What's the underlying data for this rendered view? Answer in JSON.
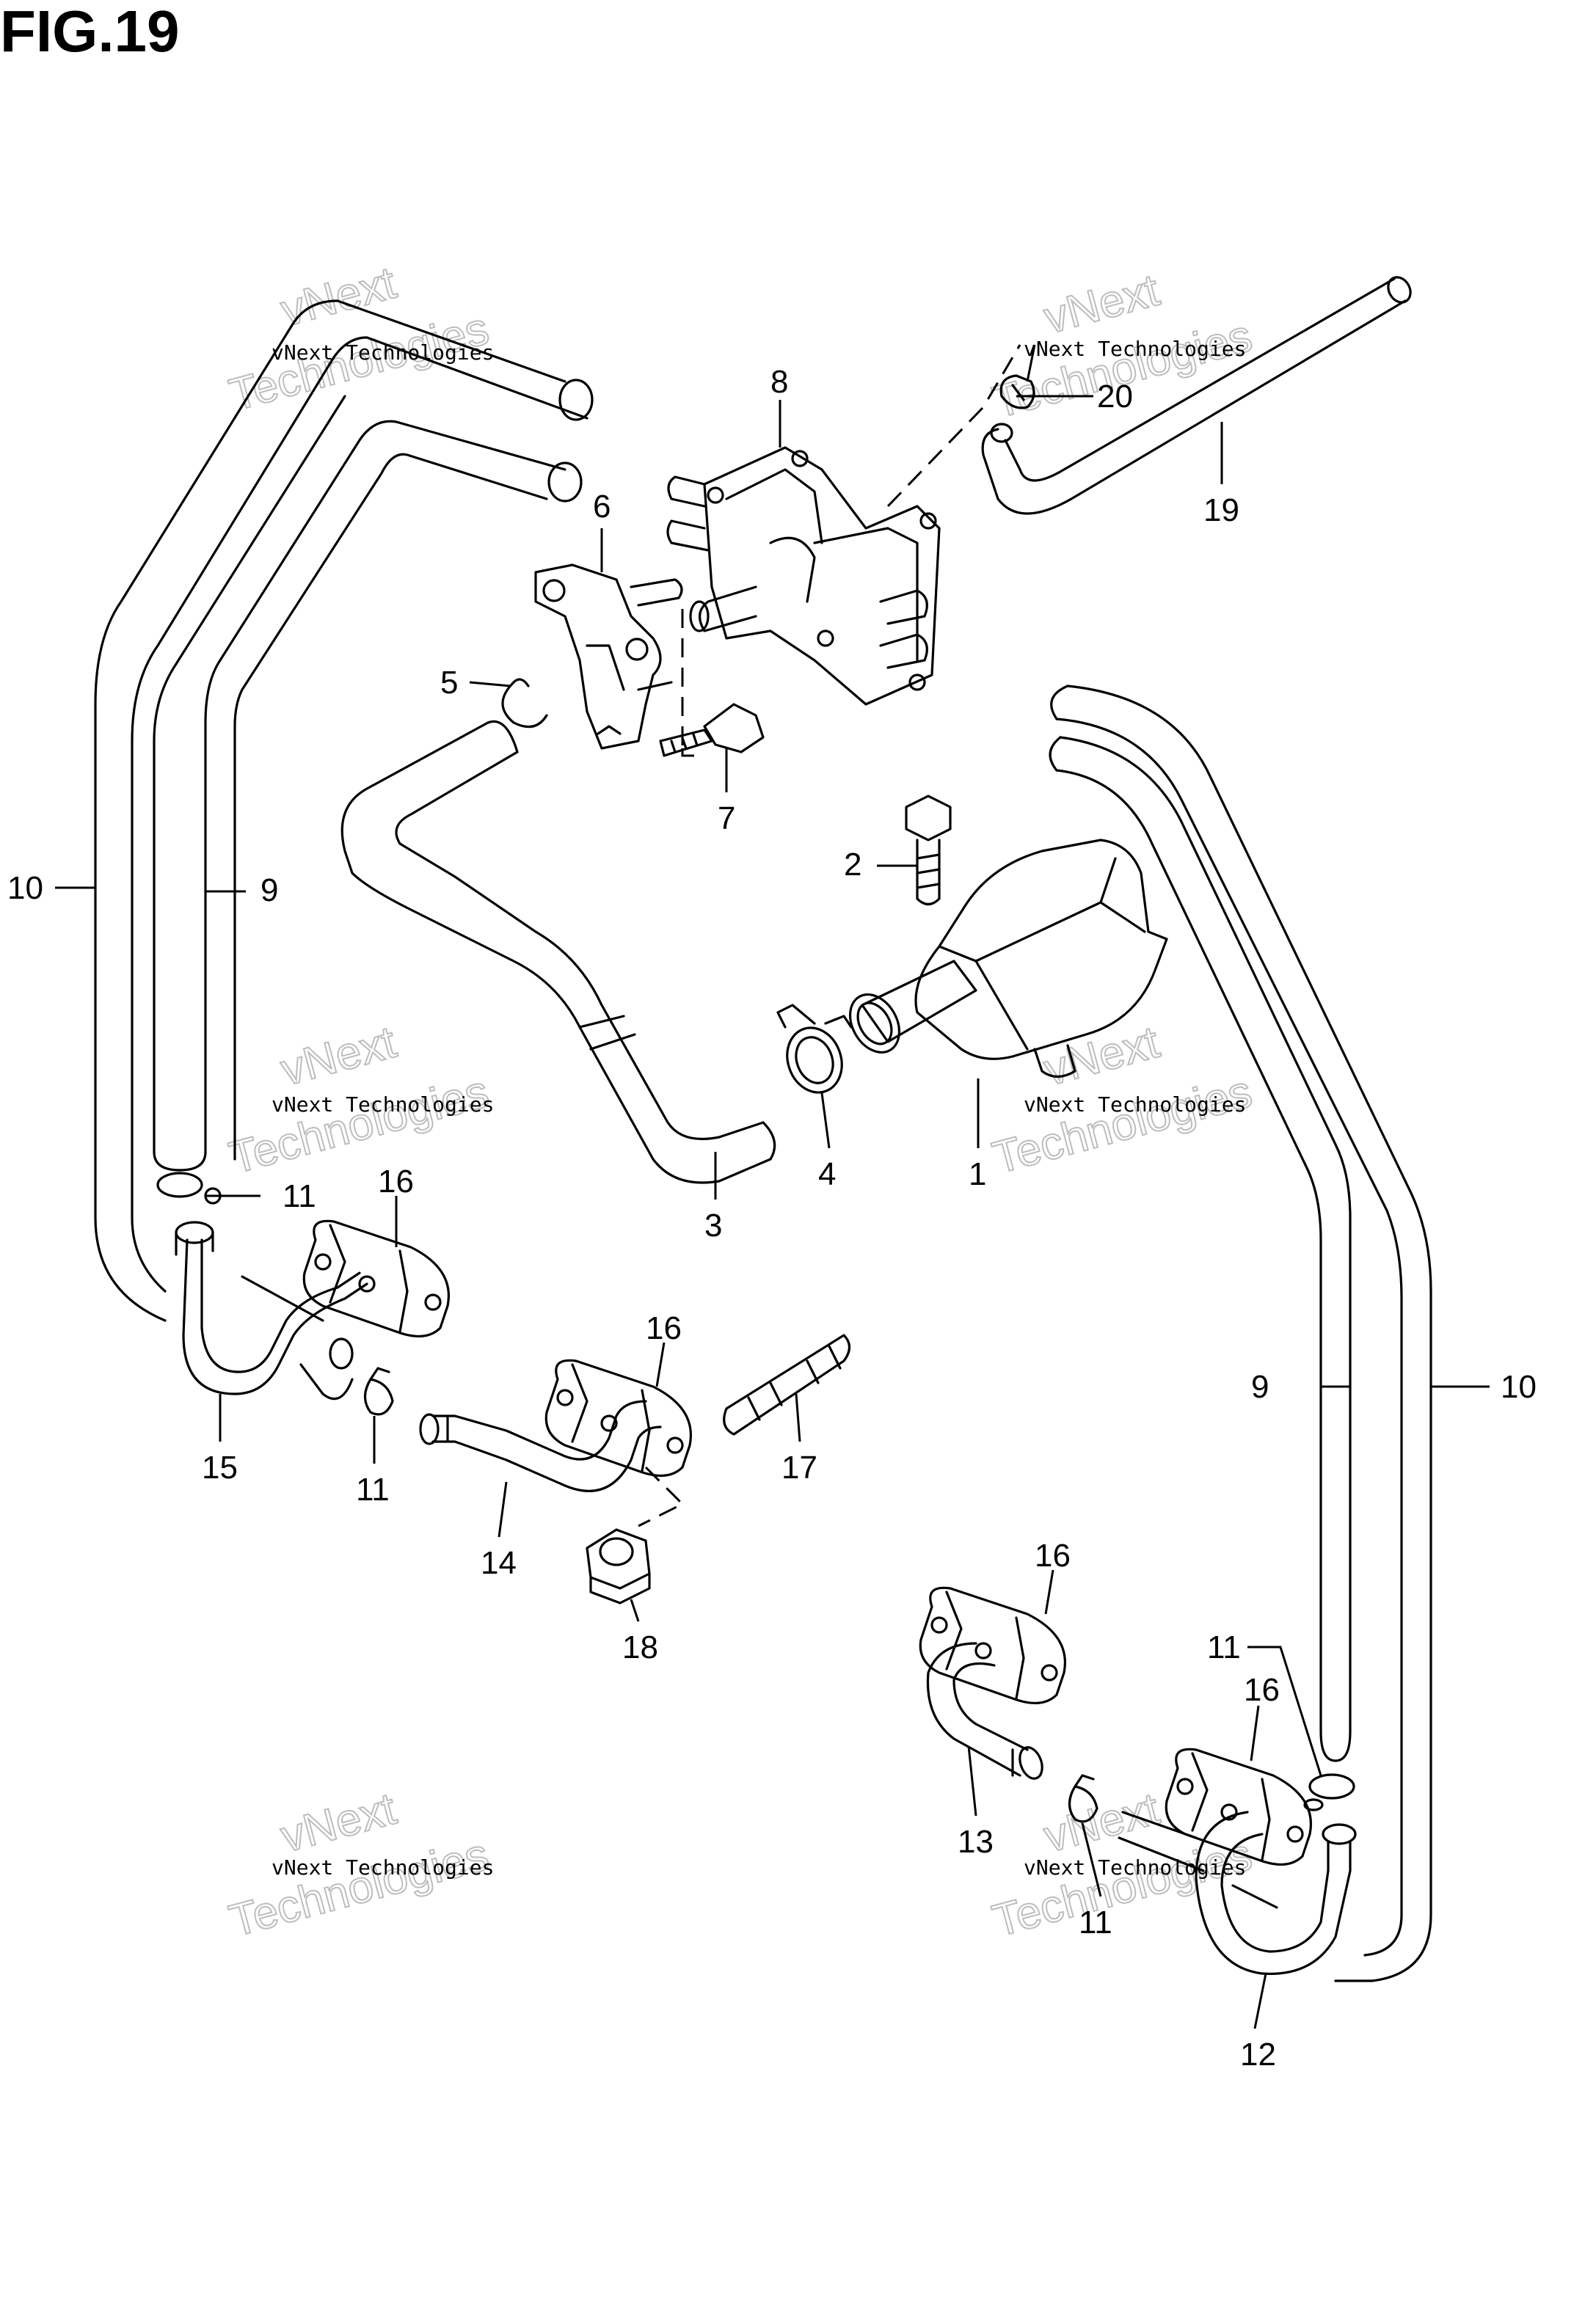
{
  "figure": {
    "title": "FIG.19"
  },
  "watermark": {
    "line1": "vNext Technologies",
    "line2": "vNext",
    "line3": "Technologies"
  },
  "parts": [
    {
      "id": "p1",
      "label": "1"
    },
    {
      "id": "p2",
      "label": "2"
    },
    {
      "id": "p3",
      "label": "3"
    },
    {
      "id": "p4",
      "label": "4"
    },
    {
      "id": "p5",
      "label": "5"
    },
    {
      "id": "p6",
      "label": "6"
    },
    {
      "id": "p7",
      "label": "7"
    },
    {
      "id": "p8",
      "label": "8"
    },
    {
      "id": "p9a",
      "label": "9"
    },
    {
      "id": "p9b",
      "label": "9"
    },
    {
      "id": "p10a",
      "label": "10"
    },
    {
      "id": "p10b",
      "label": "10"
    },
    {
      "id": "p11a",
      "label": "11"
    },
    {
      "id": "p11b",
      "label": "11"
    },
    {
      "id": "p11c",
      "label": "11"
    },
    {
      "id": "p11d",
      "label": "11"
    },
    {
      "id": "p12",
      "label": "12"
    },
    {
      "id": "p13",
      "label": "13"
    },
    {
      "id": "p14",
      "label": "14"
    },
    {
      "id": "p15",
      "label": "15"
    },
    {
      "id": "p16a",
      "label": "16"
    },
    {
      "id": "p16b",
      "label": "16"
    },
    {
      "id": "p16c",
      "label": "16"
    },
    {
      "id": "p16d",
      "label": "16"
    },
    {
      "id": "p17",
      "label": "17"
    },
    {
      "id": "p18",
      "label": "18"
    },
    {
      "id": "p19",
      "label": "19"
    },
    {
      "id": "p20",
      "label": "20"
    }
  ]
}
